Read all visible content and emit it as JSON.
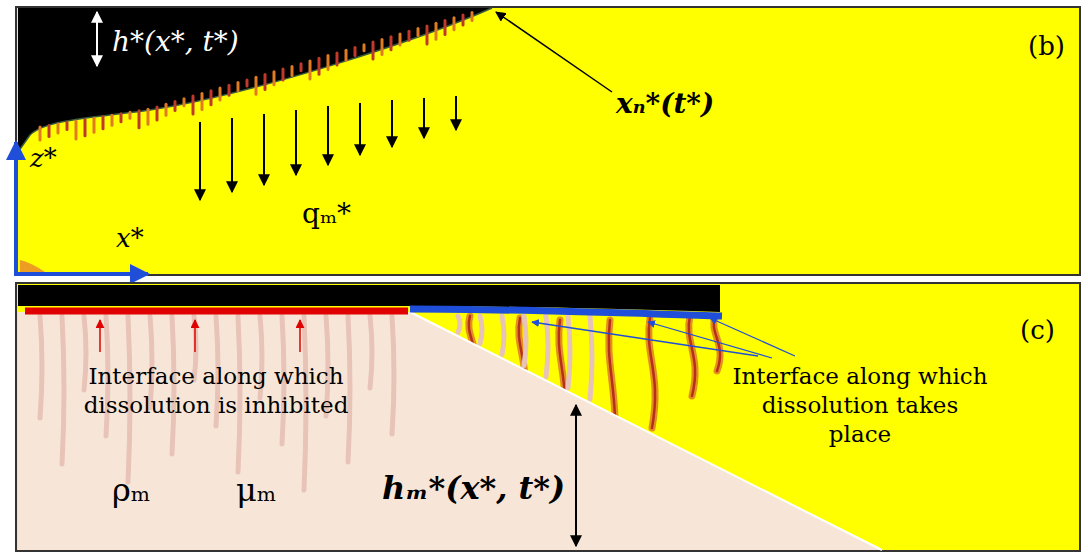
{
  "diagram": {
    "labels": [
      "h*(x*, t*)",
      "(b)",
      "xₙ*(t*)",
      "z*",
      "x*",
      "qₘ*",
      "(c)",
      "Interface along which dissolution is inhibited",
      "ρₘ",
      "μₘ",
      "hₘ*(x*, t*)",
      "Interface along which dissolution takes place"
    ]
  }
}
